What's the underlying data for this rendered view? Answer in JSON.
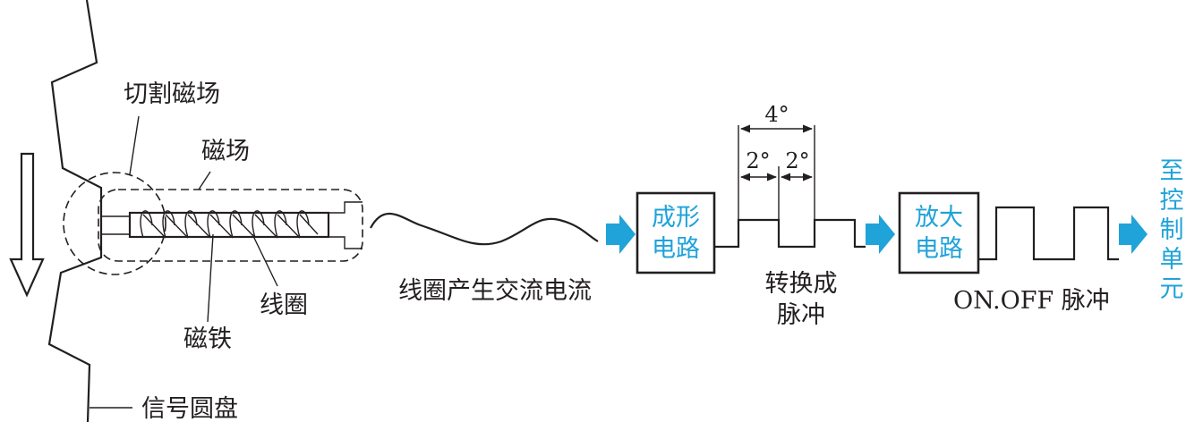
{
  "labels": {
    "cut_field": "切割磁场",
    "magnetic_field": "磁场",
    "coil": "线圈",
    "magnet": "磁铁",
    "signal_disk": "信号圆盘",
    "coil_current": "线圈产生交流电流",
    "angle_total": "4°",
    "angle_half_1": "2°",
    "angle_half_2": "2°",
    "convert_line1": "转换成",
    "convert_line2": "脉冲",
    "onoff_pulse": "ON.OFF 脉冲",
    "to_control": [
      "至",
      "控",
      "制",
      "单",
      "元"
    ]
  },
  "blocks": {
    "shaping_line1": "成形",
    "shaping_line2": "电路",
    "amp_line1": "放大",
    "amp_line2": "电路"
  },
  "colors": {
    "accent": "#1fa3d9",
    "line": "#231f20"
  }
}
